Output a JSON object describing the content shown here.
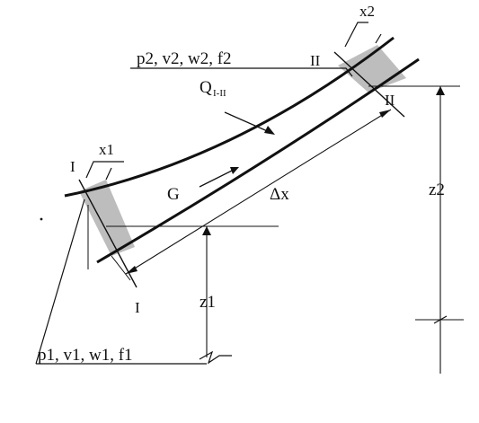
{
  "diagram": {
    "labels": {
      "state_in": "p1, v1, w1, f1",
      "state_out": "p2, v2, w2, f2",
      "section_1_top": "I",
      "section_1_bottom": "I",
      "section_2_top": "II",
      "section_2_bottom": "II",
      "x1": "x1",
      "x2": "x2",
      "heat": "Q",
      "heat_subscript": "I-II",
      "flow": "G",
      "length": "Δx",
      "z1": "z1",
      "z2": "z2"
    },
    "colors": {
      "ink": "#111111",
      "section_fill": "#bdbdbd"
    }
  }
}
